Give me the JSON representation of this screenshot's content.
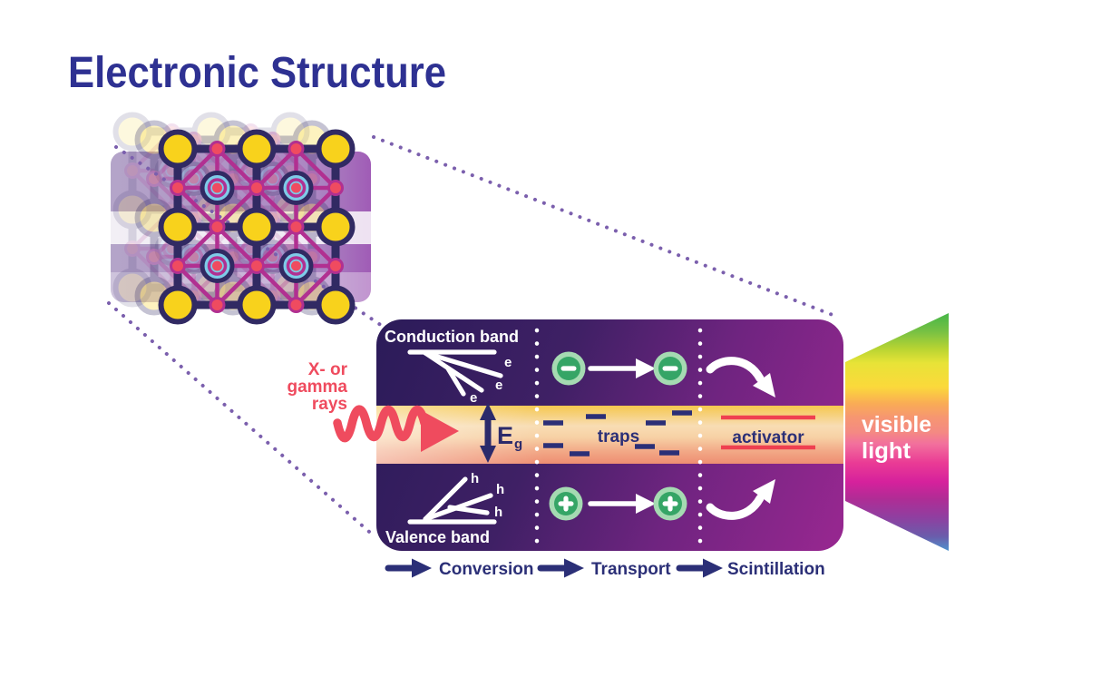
{
  "title": "Electronic Structure",
  "xray_label": {
    "lines": [
      "X- or",
      "gamma",
      "rays"
    ]
  },
  "panel": {
    "conduction_band": "Conduction band",
    "valence_band": "Valence band",
    "electron": "e",
    "hole": "h",
    "bandgap_main": "E",
    "bandgap_sub": "g",
    "traps": "traps",
    "activator": "activator"
  },
  "visible_light": {
    "lines": [
      "visible",
      "light"
    ]
  },
  "legend": {
    "steps": [
      "Conversion",
      "Transport",
      "Scintillation"
    ]
  },
  "colors": {
    "title_navy": "#2e3192",
    "panel_indigo": "#2b1b59",
    "panel_magenta": "#95278f",
    "band_yellow": "#f5c74e",
    "band_salmon": "#ee8e72",
    "ray_red": "#ef4b5e",
    "carrier_green": "#35a566",
    "label_navy": "#2b2f77",
    "activator_red": "#ef4050",
    "lattice_yellow": "#f8d21c",
    "lattice_blue": "#7ecbe8",
    "lattice_outline": "#312a63",
    "bond_magenta": "#b13091",
    "connector_purple": "#7b5fad"
  }
}
